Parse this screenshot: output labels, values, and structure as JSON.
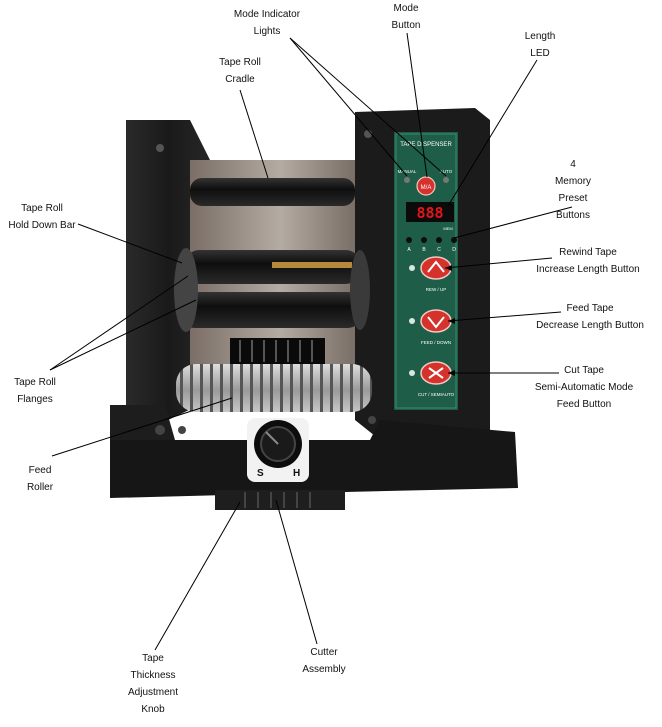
{
  "labels": {
    "mode_indicator": [
      "Mode Indicator",
      "Lights"
    ],
    "mode_button": [
      "Mode",
      "Button"
    ],
    "length_led": [
      "Length",
      "LED"
    ],
    "tape_roll_cradle": [
      "Tape Roll",
      "Cradle"
    ],
    "memory_preset": [
      "4",
      "Memory",
      "Preset",
      "Buttons"
    ],
    "hold_down_bar": [
      "Tape Roll",
      "Hold Down Bar"
    ],
    "rewind_tape": [
      "Rewind Tape",
      "Increase Length Button"
    ],
    "tape_roll_flanges": [
      "Tape Roll",
      "Flanges"
    ],
    "feed_tape": [
      "Feed Tape",
      "Decrease Length Button"
    ],
    "cut_tape": [
      "Cut Tape",
      "Semi-Automatic Mode",
      "Feed Button"
    ],
    "feed_roller": [
      "Feed",
      "Roller"
    ],
    "cutter_assembly": [
      "Cutter",
      "Assembly"
    ],
    "thickness_knob": [
      "Tape",
      "Thickness",
      "Adjustment",
      "Knob"
    ]
  },
  "panel": {
    "title": "TAPE DISPENSER",
    "manual": "MANUAL",
    "auto": "AUTO",
    "mode_btn": "M/A",
    "led_display": "888",
    "mem_label": "MEM",
    "presets": [
      "A",
      "B",
      "C",
      "D"
    ],
    "rew_label": "REW / UP",
    "feed_label": "FEED / DOWN",
    "cut_label": "CUT / SEMIAUTO"
  },
  "knob": {
    "s": "S",
    "h": "H"
  },
  "colors": {
    "panel_green": "#1e5e49",
    "button_red": "#d4322b",
    "led_red": "#e8141c",
    "body_black": "#1c1c1c"
  }
}
